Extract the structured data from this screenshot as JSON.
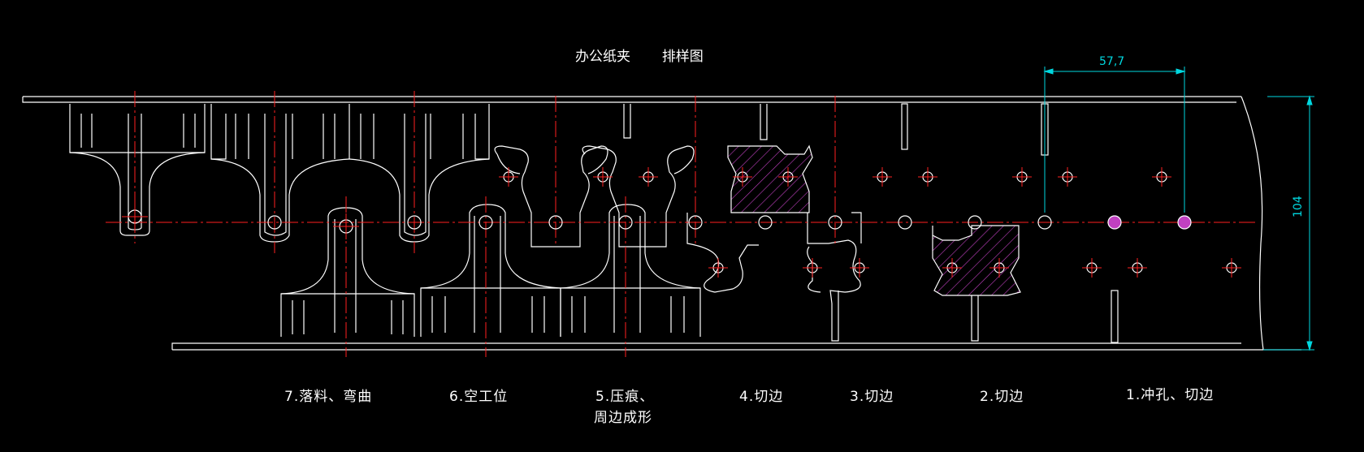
{
  "title": {
    "product": "办公纸夹",
    "drawing": "排样图"
  },
  "dimensions": {
    "pitch": "57,7",
    "width": "104"
  },
  "stations": [
    "7.落料、弯曲",
    "6.空工位",
    "5.压痕、",
    "周边成形",
    "4.切边",
    "3.切边",
    "2.切边",
    "1.冲孔、切边"
  ],
  "colors": {
    "background": "#000000",
    "outline": "#ffffff",
    "centerline": "#ff2020",
    "dimension": "#00d8e0",
    "hatch": "#c040c0"
  }
}
